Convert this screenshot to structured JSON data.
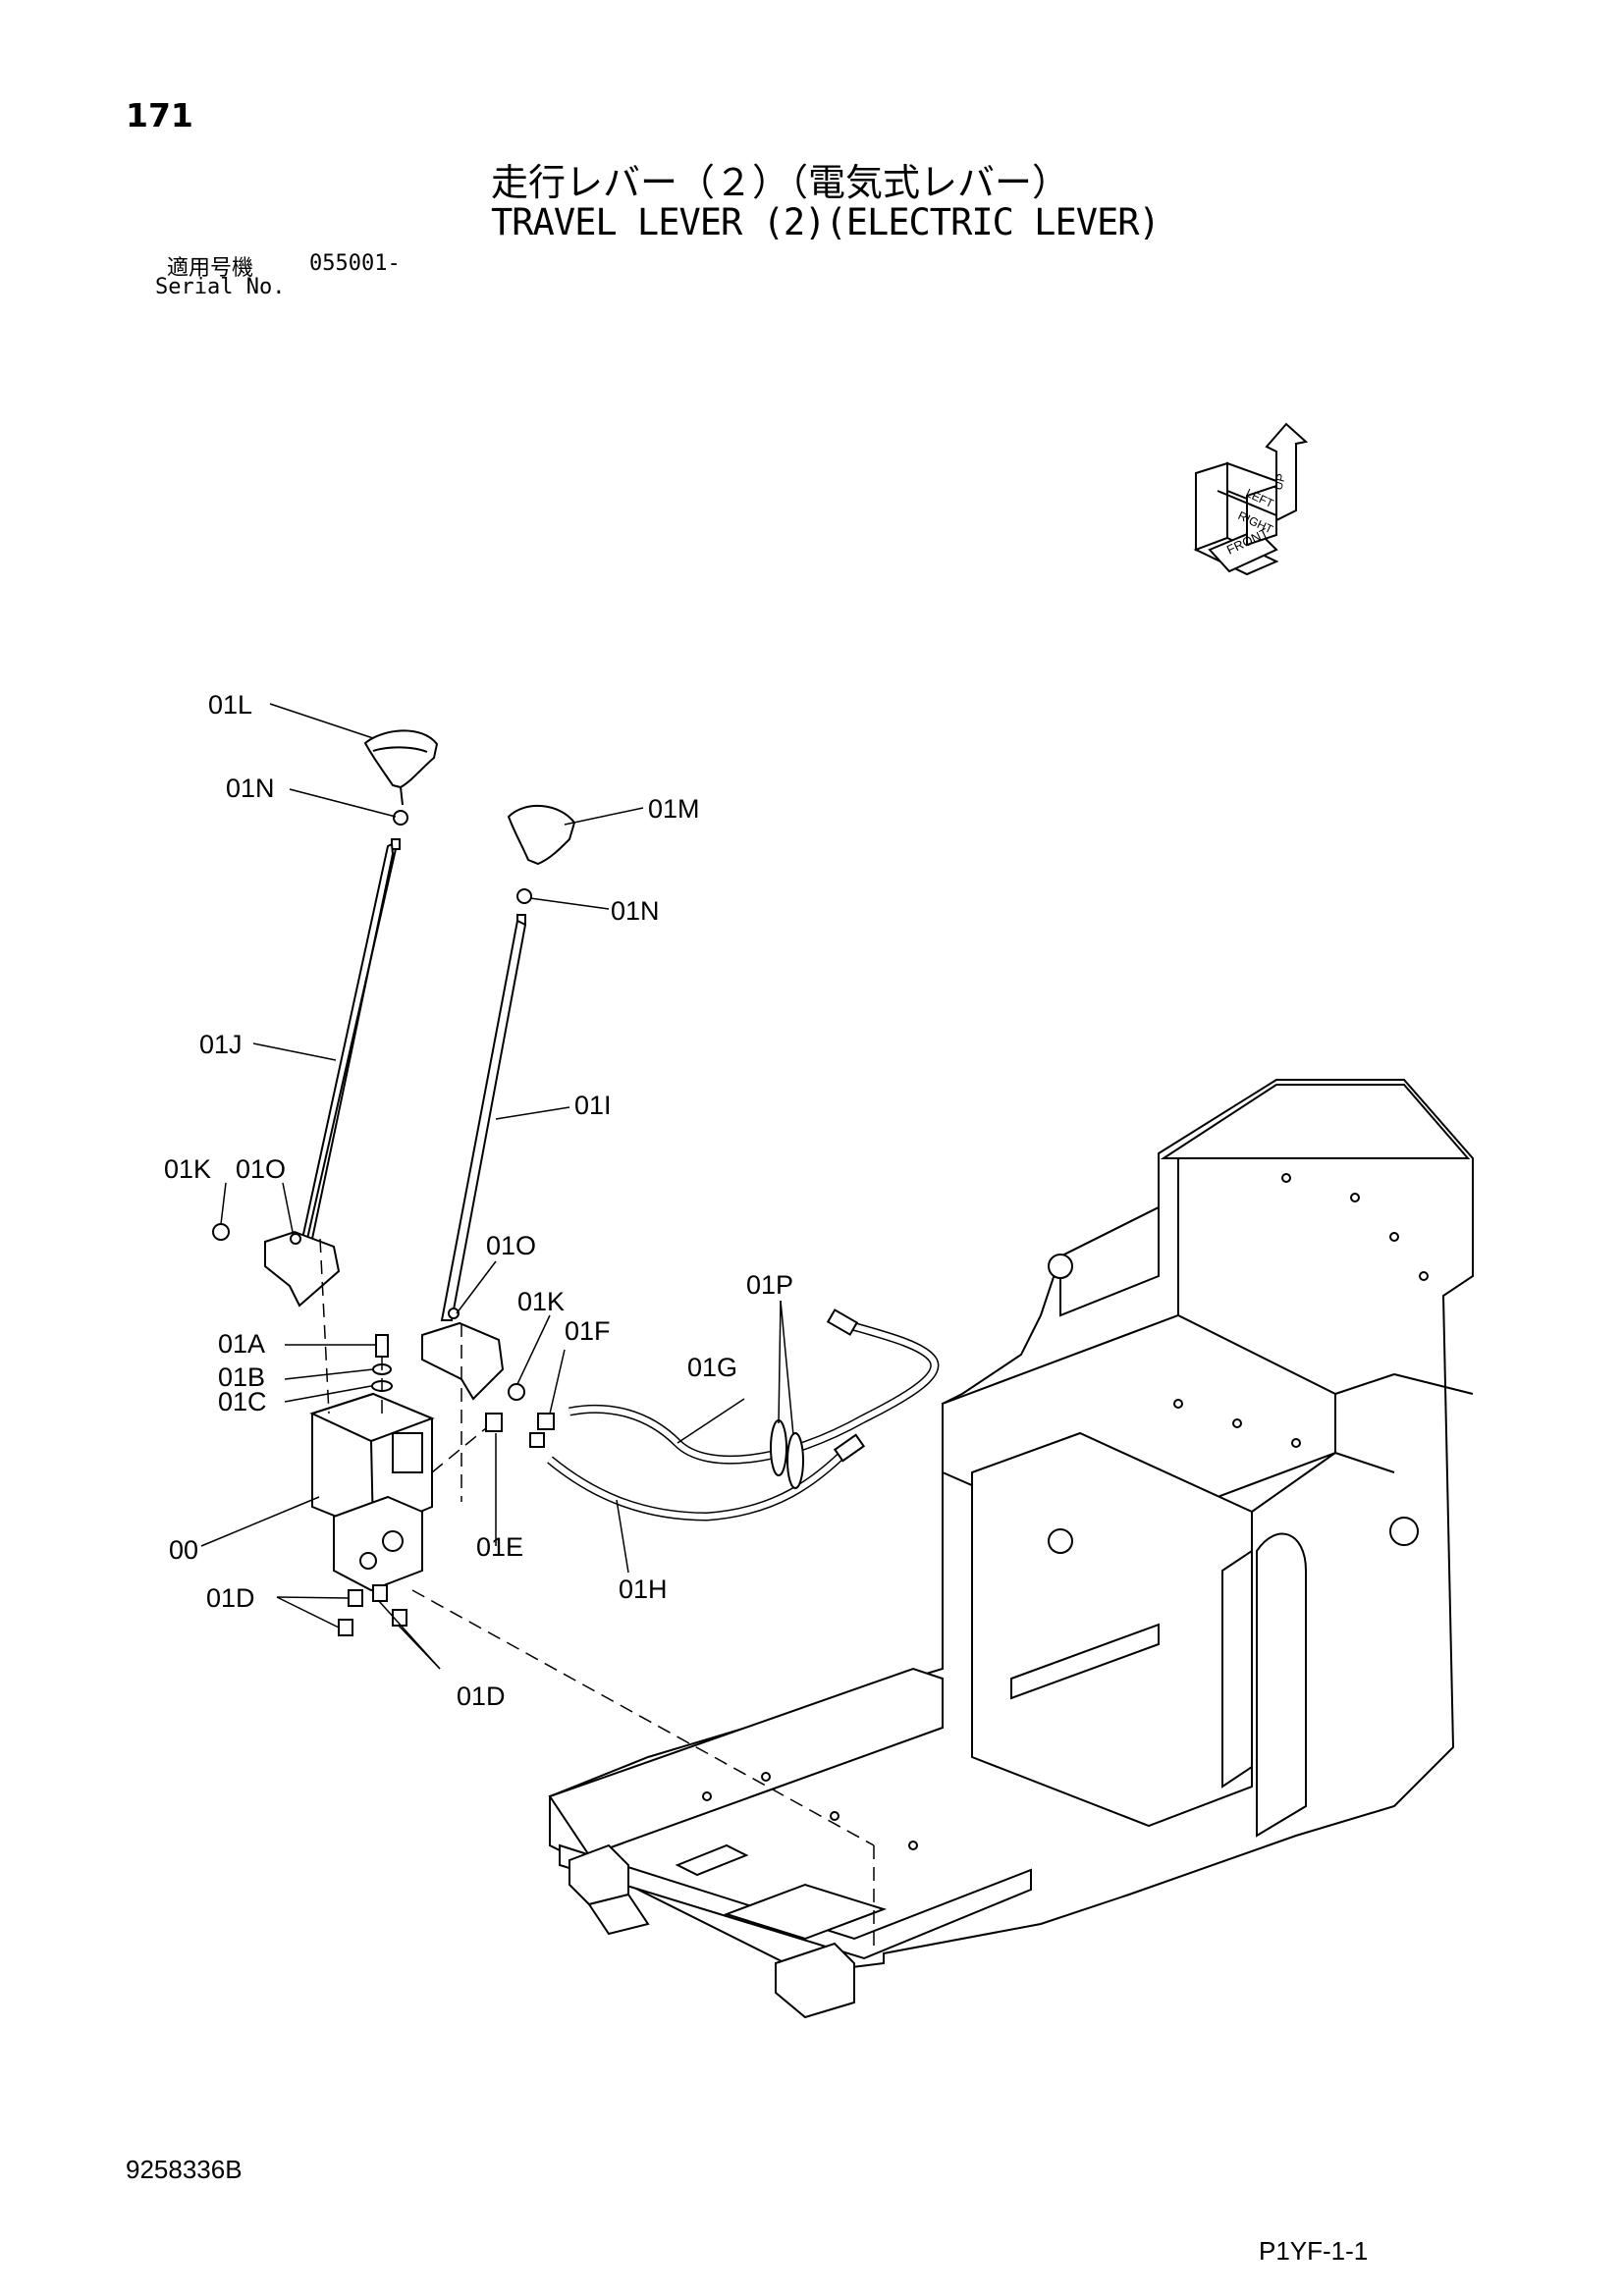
{
  "page_number": "171",
  "title_jp": "走行レバー（２）（電気式レバー）",
  "title_en": "TRAVEL LEVER (2)(ELECTRIC LEVER)",
  "serial": {
    "label_jp": "適用号機",
    "range": "055001-",
    "label_en": "Serial No."
  },
  "orientation_icon": {
    "up": "UP",
    "left": "LEFT",
    "right": "RIGHT",
    "front": "FRONT"
  },
  "part_labels": {
    "l01L": "01L",
    "l01N_a": "01N",
    "l01M": "01M",
    "l01N_b": "01N",
    "l01J": "01J",
    "l01I": "01I",
    "l01K_a": "01K",
    "l01O_a": "01O",
    "l01O_b": "01O",
    "l01K_b": "01K",
    "l01F": "01F",
    "l01P": "01P",
    "l01G": "01G",
    "l01A": "01A",
    "l01B": "01B",
    "l01C": "01C",
    "l00": "00",
    "l01E": "01E",
    "l01H": "01H",
    "l01D_a": "01D",
    "l01D_b": "01D"
  },
  "doc_number": "9258336B",
  "page_code": "P1YF-1-1"
}
